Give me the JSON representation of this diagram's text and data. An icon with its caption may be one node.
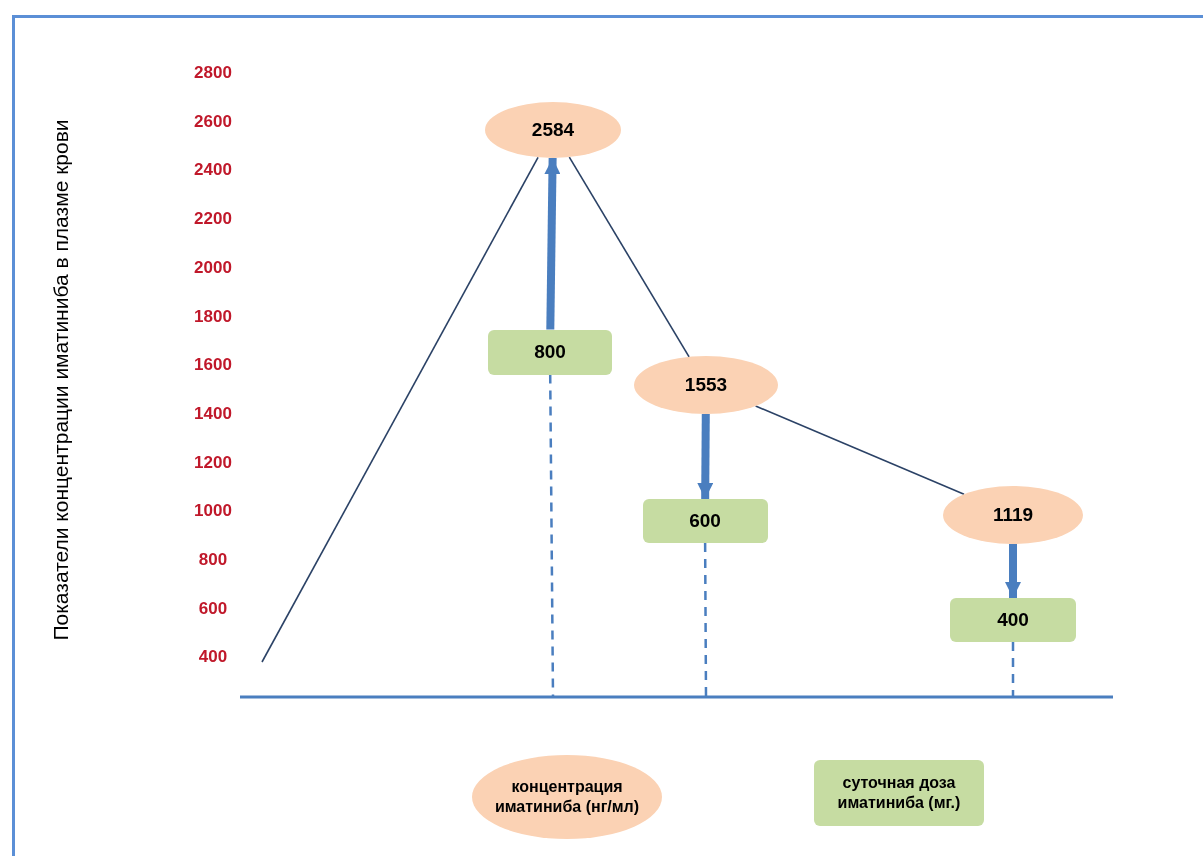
{
  "diagram": {
    "nodes": [
      {
        "text": [
          "2584"
        ]
      },
      {
        "text": [
          "800"
        ]
      },
      {
        "text": [
          "1553"
        ]
      },
      {
        "text": [
          "600"
        ]
      },
      {
        "text": [
          "1119"
        ]
      },
      {
        "text": [
          "400"
        ]
      },
      {
        "text": [
          "концентрация иматиниба (нг/мл)"
        ]
      },
      {
        "text": [
          "суточная доза иматиниба (мг.)"
        ]
      }
    ],
    "edges": [
      {
        "from": null,
        "to": 0,
        "arrow": "none",
        "color": "#2b4266"
      },
      {
        "from": 0,
        "to": 2,
        "arrow": "none",
        "color": "#2b4266"
      },
      {
        "from": 2,
        "to": 4,
        "arrow": "none",
        "color": "#2b4266"
      },
      {
        "from": 1,
        "to": 0,
        "arrow": "to",
        "style": "thick",
        "color": "#4a7ebf"
      },
      {
        "from": 2,
        "to": 3,
        "arrow": "to",
        "style": "thick",
        "color": "#4a7ebf"
      },
      {
        "from": 4,
        "to": 5,
        "arrow": "to",
        "style": "thick",
        "color": "#4a7ebf"
      },
      {
        "from": 1,
        "to": null,
        "arrow": "none",
        "style": "dashed",
        "color": "#4a7ebf"
      },
      {
        "from": 3,
        "to": null,
        "arrow": "none",
        "style": "dashed",
        "color": "#4a7ebf"
      },
      {
        "from": 5,
        "to": null,
        "arrow": "none",
        "style": "dashed",
        "color": "#4a7ebf"
      }
    ],
    "labels": [
      "Показатели концентрации иматиниба в плазме крови",
      "2800",
      "2600",
      "2400",
      "2200",
      "2000",
      "1800",
      "1600",
      "1400",
      "1200",
      "1000",
      "800",
      "600",
      "400"
    ]
  }
}
